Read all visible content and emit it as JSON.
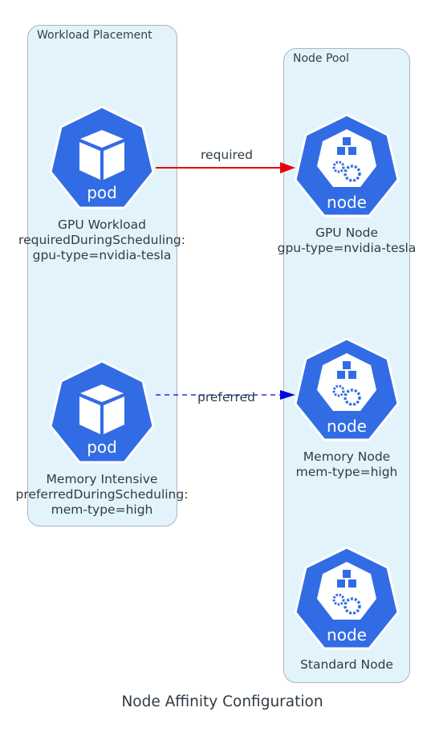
{
  "title": "Node Affinity Configuration",
  "colors": {
    "cluster_fill": "#e3f3fc",
    "cluster_border": "#a9b5bf",
    "k8s_blue": "#326ce5",
    "required_edge": "#e8000b",
    "preferred_edge": "#0000e8"
  },
  "clusters": {
    "workload": {
      "title": "Workload Placement"
    },
    "nodepool": {
      "title": "Node Pool"
    }
  },
  "nodes": {
    "gpu_workload": {
      "icon": "kubernetes-pod-icon",
      "icon_text": "pod",
      "lines": [
        "GPU Workload",
        "requiredDuringScheduling:",
        "gpu-type=nvidia-tesla"
      ]
    },
    "memory_workload": {
      "icon": "kubernetes-pod-icon",
      "icon_text": "pod",
      "lines": [
        "Memory Intensive",
        "preferredDuringScheduling:",
        "mem-type=high"
      ]
    },
    "gpu_node": {
      "icon": "kubernetes-node-icon",
      "icon_text": "node",
      "lines": [
        "GPU Node",
        "gpu-type=nvidia-tesla"
      ]
    },
    "memory_node": {
      "icon": "kubernetes-node-icon",
      "icon_text": "node",
      "lines": [
        "Memory Node",
        "mem-type=high"
      ]
    },
    "standard_node": {
      "icon": "kubernetes-node-icon",
      "icon_text": "node",
      "lines": [
        "Standard Node"
      ]
    }
  },
  "edges": {
    "required": {
      "label": "required",
      "style": "solid"
    },
    "preferred": {
      "label": "preferred",
      "style": "dashed"
    }
  }
}
